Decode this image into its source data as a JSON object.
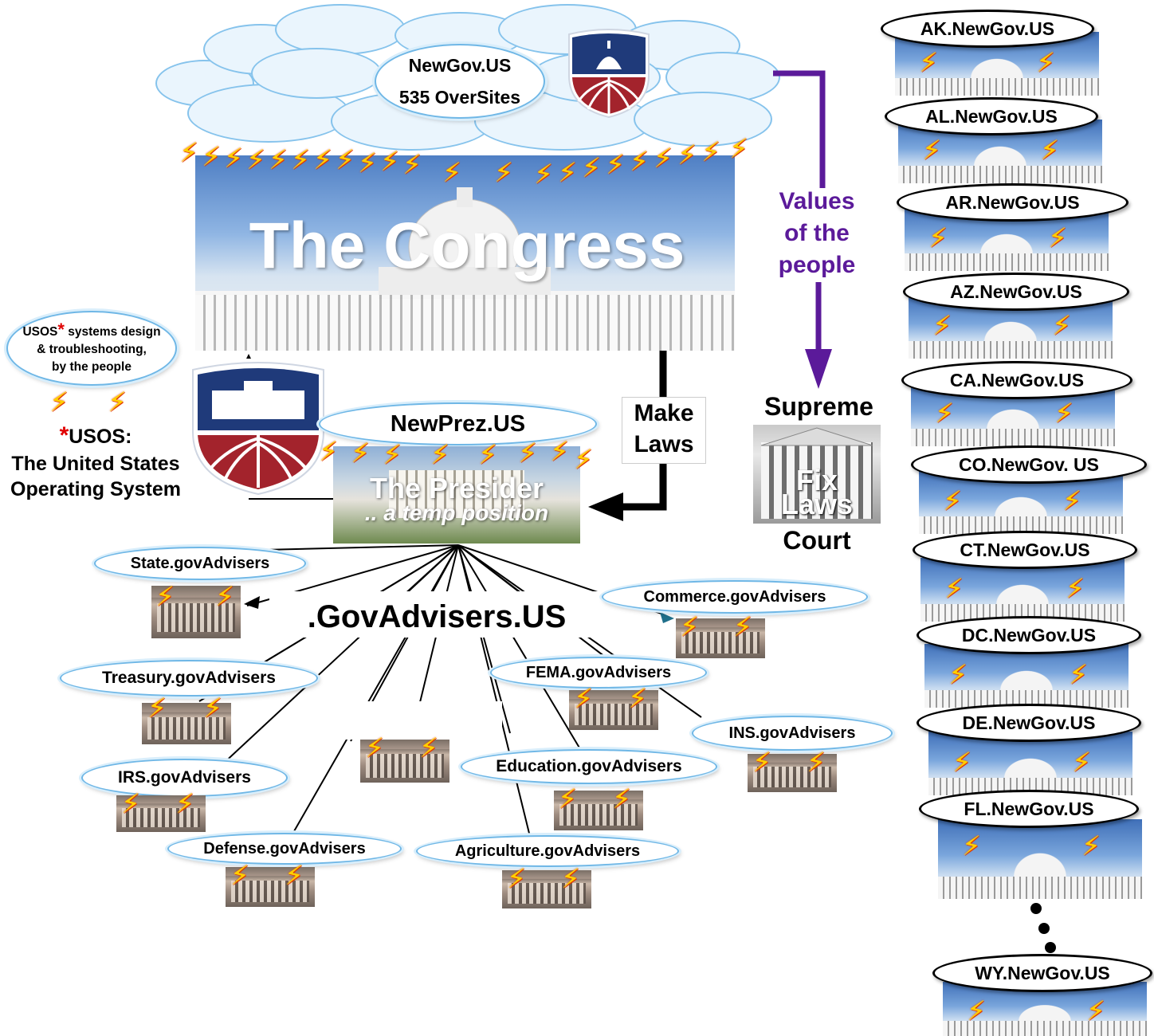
{
  "congress": {
    "cloud_line1": "NewGov.US",
    "cloud_line2": "535 OverSites",
    "title": "The Congress"
  },
  "values": {
    "line1": "Values",
    "line2": "of the",
    "line3": "people",
    "color": "#5b1a9a"
  },
  "make_laws": {
    "line1": "Make",
    "line2": "Laws"
  },
  "supreme": {
    "top": "Supreme",
    "middle_line1": "Fix",
    "middle_line2": "Laws",
    "bottom": "Court"
  },
  "usos": {
    "cloud_prefix": "USOS",
    "cloud_line1_rest": " systems design",
    "cloud_line2": "& troubleshooting,",
    "cloud_line3": "by the people",
    "asterisk": "*",
    "def_line1": "USOS:",
    "def_line2": "The United States",
    "def_line3": "Operating System"
  },
  "president": {
    "cloud": "NewPrez.US",
    "title": "The Presider",
    "subtitle": ".. a temp position"
  },
  "advisers": {
    "hub": ".GovAdvisers.US",
    "state": "State.govAdvisers",
    "commerce": "Commerce.govAdvisers",
    "treasury": "Treasury.govAdvisers",
    "fema": "FEMA.govAdvisers",
    "ins": "INS.govAdvisers",
    "irs": "IRS.govAdvisers",
    "education": "Education.govAdvisers",
    "defense": "Defense.govAdvisers",
    "agriculture": "Agriculture.govAdvisers"
  },
  "states": [
    "AK.NewGov.US",
    "AL.NewGov.US",
    "AR.NewGov.US",
    "AZ.NewGov.US",
    "CA.NewGov.US",
    "CO.NewGov. US",
    "CT.NewGov.US",
    "DC.NewGov.US",
    "DE.NewGov.US",
    "FL.NewGov.US",
    "WY.NewGov.US"
  ],
  "colors": {
    "cloud_border": "#6fb7e6",
    "lightning": "#ffd000",
    "shield_blue": "#1f3a7a",
    "shield_red": "#a3232c",
    "arrow_purple": "#5b1a9a"
  }
}
